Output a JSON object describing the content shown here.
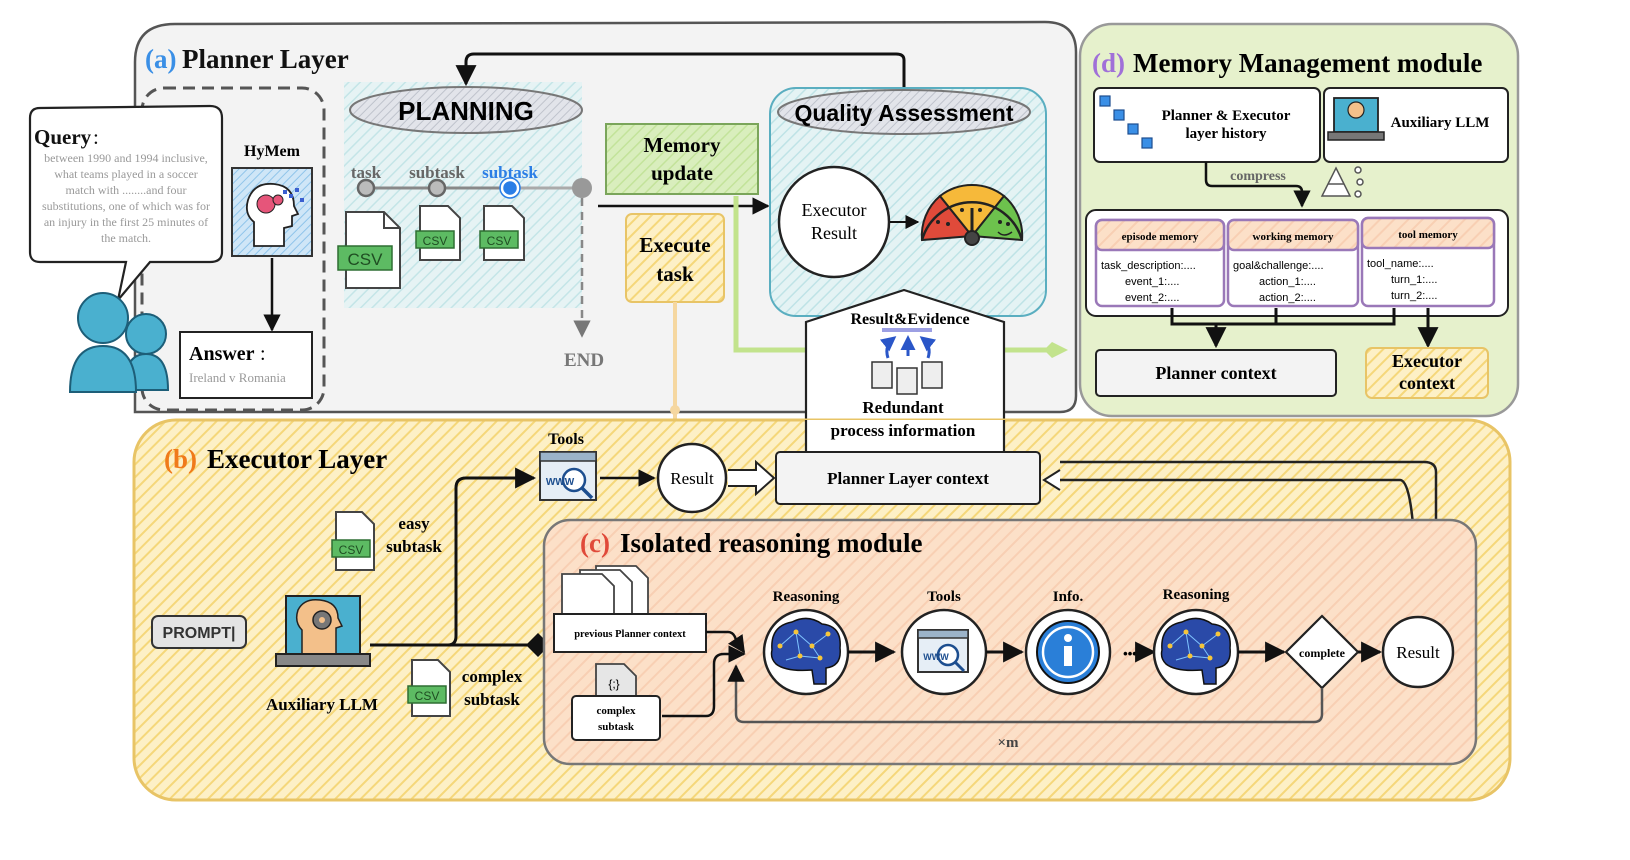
{
  "panels": {
    "planner": {
      "letter": "(a)",
      "title": "Planner Layer"
    },
    "executor": {
      "letter": "(b)",
      "title": "Executor Layer"
    },
    "isolated": {
      "letter": "(c)",
      "title": "Isolated reasoning module"
    },
    "memory": {
      "letter": "(d)",
      "title": "Memory Management module"
    }
  },
  "query": {
    "label": "Query",
    "colon": ":",
    "lines": [
      "between 1990 and 1994 inclusive,",
      "what teams played in a soccer",
      "match with  ........and four",
      "substitutions, one of which was for",
      "an injury in the first 25 minutes of",
      "the match."
    ]
  },
  "hymem": {
    "label": "HyMem"
  },
  "answer": {
    "label": "Answer",
    "colon": ":",
    "value": "Ireland v Romania"
  },
  "planning": {
    "label": "PLANNING",
    "steps": [
      "task",
      "subtask",
      "subtask"
    ],
    "end_label": "END",
    "csv_label": "CSV"
  },
  "memory_update": {
    "line1": "Memory",
    "line2": "update"
  },
  "execute_task": {
    "line1": "Execute",
    "line2": "task"
  },
  "quality": {
    "label": "Quality Assessment",
    "result_line1": "Executor",
    "result_line2": "Result"
  },
  "evidence": {
    "title": "Result&Evidence",
    "line1": "Redundant",
    "line2": "process information"
  },
  "memory_module": {
    "history_line1": "Planner & Executor",
    "history_line2": "layer history",
    "aux_llm": "Auxiliary LLM",
    "compress": "compress",
    "episode": {
      "title": "episode memory",
      "lines": [
        "task_description:....",
        "event_1:....",
        "event_2:...."
      ]
    },
    "working": {
      "title": "working memory",
      "lines": [
        "goal&challenge:....",
        "action_1:....",
        "action_2:...."
      ]
    },
    "tool": {
      "title": "tool memory",
      "lines": [
        "tool_name:....",
        "turn_1:....",
        "turn_2:...."
      ]
    },
    "planner_context": "Planner context",
    "executor_context_line1": "Executor",
    "executor_context_line2": "context"
  },
  "executor_layer": {
    "tools_label": "Tools",
    "www": "WWW",
    "result": "Result",
    "planner_layer_context": "Planner Layer context",
    "easy_line1": "easy",
    "easy_line2": "subtask",
    "complex_line1": "complex",
    "complex_line2": "subtask",
    "prompt": "PROMPT|",
    "aux_llm": "Auxiliary LLM"
  },
  "isolated_module": {
    "previous_context": "previous Planner context",
    "braces": "{;}",
    "complex_line1": "complex",
    "complex_line2": "subtask",
    "reasoning1": "Reasoning",
    "tools": "Tools",
    "info": "Info.",
    "reasoning2": "Reasoning",
    "dots": "•••",
    "complete": "complete",
    "result": "Result",
    "loop": "×m"
  },
  "colors": {
    "planner_bg": "#f3f3f3",
    "executor_bg": "#fbe6a6",
    "memory_bg": "#e6f1cc",
    "accent_blue": "#3a8fe6",
    "accent_orange": "#f07a1a",
    "accent_red": "#e04a3a",
    "accent_purple": "#a070d8",
    "cyan": "#5aaec0",
    "green_light": "#c8e6a0",
    "yellow": "#fbe39a",
    "purple_box": "#9a78b8"
  }
}
